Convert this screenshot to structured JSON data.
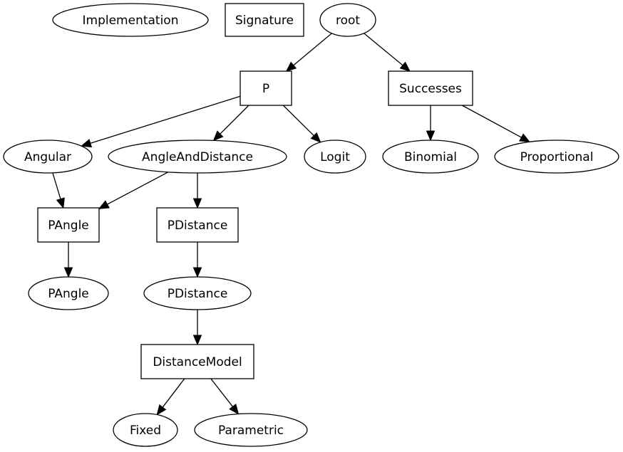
{
  "diagram": {
    "nodes": [
      {
        "id": "implementation",
        "label": "Implementation",
        "shape": "ellipse"
      },
      {
        "id": "signature",
        "label": "Signature",
        "shape": "box"
      },
      {
        "id": "root",
        "label": "root",
        "shape": "ellipse"
      },
      {
        "id": "p",
        "label": "P",
        "shape": "box"
      },
      {
        "id": "successes",
        "label": "Successes",
        "shape": "box"
      },
      {
        "id": "angular",
        "label": "Angular",
        "shape": "ellipse"
      },
      {
        "id": "angle-and-distance",
        "label": "AngleAndDistance",
        "shape": "ellipse"
      },
      {
        "id": "logit",
        "label": "Logit",
        "shape": "ellipse"
      },
      {
        "id": "binomial",
        "label": "Binomial",
        "shape": "ellipse"
      },
      {
        "id": "proportional",
        "label": "Proportional",
        "shape": "ellipse"
      },
      {
        "id": "pangle-box",
        "label": "PAngle",
        "shape": "box"
      },
      {
        "id": "pdistance-box",
        "label": "PDistance",
        "shape": "box"
      },
      {
        "id": "pangle-ellipse",
        "label": "PAngle",
        "shape": "ellipse"
      },
      {
        "id": "pdistance-ellipse",
        "label": "PDistance",
        "shape": "ellipse"
      },
      {
        "id": "distance-model",
        "label": "DistanceModel",
        "shape": "box"
      },
      {
        "id": "fixed",
        "label": "Fixed",
        "shape": "ellipse"
      },
      {
        "id": "parametric",
        "label": "Parametric",
        "shape": "ellipse"
      }
    ],
    "edges": [
      {
        "from": "root",
        "to": "p"
      },
      {
        "from": "root",
        "to": "successes"
      },
      {
        "from": "p",
        "to": "angular"
      },
      {
        "from": "p",
        "to": "angle-and-distance"
      },
      {
        "from": "p",
        "to": "logit"
      },
      {
        "from": "successes",
        "to": "binomial"
      },
      {
        "from": "successes",
        "to": "proportional"
      },
      {
        "from": "angular",
        "to": "pangle-box"
      },
      {
        "from": "angle-and-distance",
        "to": "pangle-box"
      },
      {
        "from": "angle-and-distance",
        "to": "pdistance-box"
      },
      {
        "from": "pangle-box",
        "to": "pangle-ellipse"
      },
      {
        "from": "pdistance-box",
        "to": "pdistance-ellipse"
      },
      {
        "from": "pdistance-ellipse",
        "to": "distance-model"
      },
      {
        "from": "distance-model",
        "to": "fixed"
      },
      {
        "from": "distance-model",
        "to": "parametric"
      }
    ]
  }
}
